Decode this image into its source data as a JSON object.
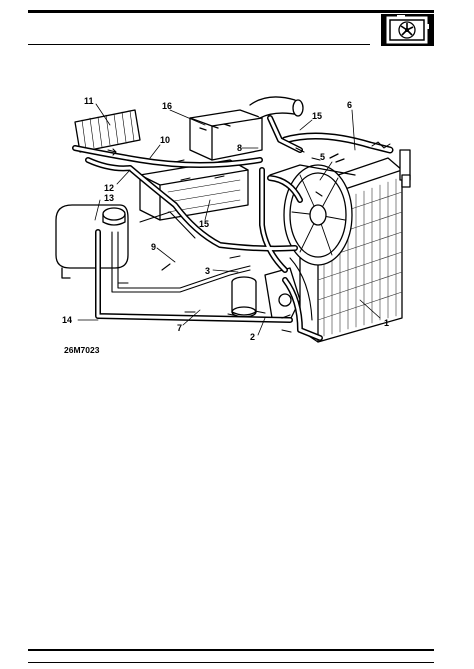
{
  "header": {
    "icon": "cooling-fan-radiator-icon"
  },
  "diagram": {
    "figure_ref": "26M7023",
    "callouts": [
      {
        "id": "1",
        "label": "1"
      },
      {
        "id": "2",
        "label": "2"
      },
      {
        "id": "3",
        "label": "3"
      },
      {
        "id": "5",
        "label": "5"
      },
      {
        "id": "6",
        "label": "6"
      },
      {
        "id": "7",
        "label": "7"
      },
      {
        "id": "8",
        "label": "8"
      },
      {
        "id": "9",
        "label": "9"
      },
      {
        "id": "10",
        "label": "10"
      },
      {
        "id": "11",
        "label": "11"
      },
      {
        "id": "12",
        "label": "12"
      },
      {
        "id": "13",
        "label": "13"
      },
      {
        "id": "14",
        "label": "14"
      },
      {
        "id": "15a",
        "label": "15"
      },
      {
        "id": "15b",
        "label": "15"
      },
      {
        "id": "16",
        "label": "16"
      }
    ]
  }
}
